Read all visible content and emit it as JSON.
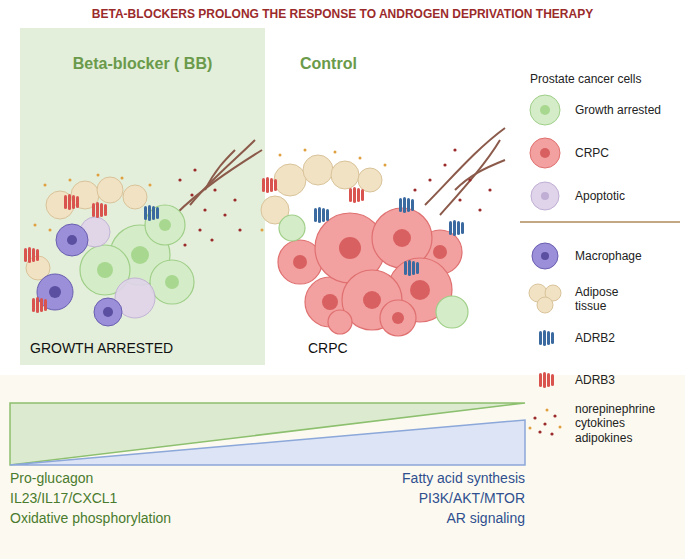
{
  "diagram": {
    "title": "BETA-BLOCKERS PROLONG THE RESPONSE TO ANDROGEN DEPRIVATION THERAPY",
    "nodes": [
      {
        "text": [
          "Beta-blocker ( BB)",
          "GROWTH ARRESTED"
        ]
      }
    ],
    "labels": [
      "Control",
      "CRPC",
      "Prostate cancer cells",
      "Pro-glucagon",
      "IL23/IL17/CXCL1",
      "Oxidative phosphorylation",
      "Fatty acid synthesis",
      "PI3K/AKT/MTOR",
      "AR signaling"
    ],
    "legend": [
      {
        "text": "Growth arrested"
      },
      {
        "text": "CRPC"
      },
      {
        "text": "Apoptotic"
      },
      {
        "text": "Macrophage"
      },
      {
        "text": "Adipose tissue"
      },
      {
        "text": "ADRB2"
      },
      {
        "text": "ADRB3"
      },
      {
        "text": "norepinephrine cytokines adipokines"
      }
    ]
  }
}
